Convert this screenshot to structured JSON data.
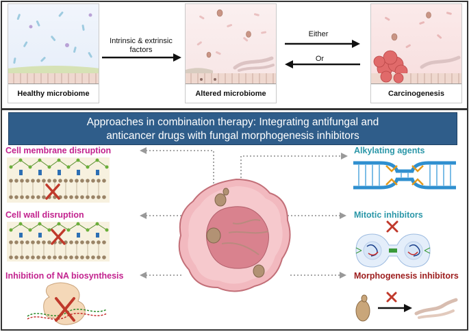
{
  "top": {
    "panels": [
      {
        "label": "Healthy microbiome"
      },
      {
        "label": "Altered microbiome"
      },
      {
        "label": "Carcinogenesis"
      }
    ],
    "arrow1_text": "Intrinsic & extrinsic factors",
    "arrow2_top": "Either",
    "arrow2_bottom": "Or"
  },
  "banner": {
    "line1": "Approaches in combination therapy: Integrating antifungal and",
    "line2": "anticancer drugs with fungal morphogenesis inhibitors"
  },
  "left": [
    {
      "title": "Cell membrane disruption"
    },
    {
      "title": "Cell wall disruption"
    },
    {
      "title": "Inhibition of NA biosynthesis"
    }
  ],
  "right": [
    {
      "title": "Alkylating agents"
    },
    {
      "title": "Mitotic inhibitors"
    },
    {
      "title": "Morphogenesis inhibitors"
    }
  ],
  "colors": {
    "banner": "#2f5d8a",
    "left_titles": "#c2228e",
    "alkylating": "#2b97a8",
    "morphogenesis": "#9c1c1c",
    "inhibit_x": "#c0392b"
  }
}
